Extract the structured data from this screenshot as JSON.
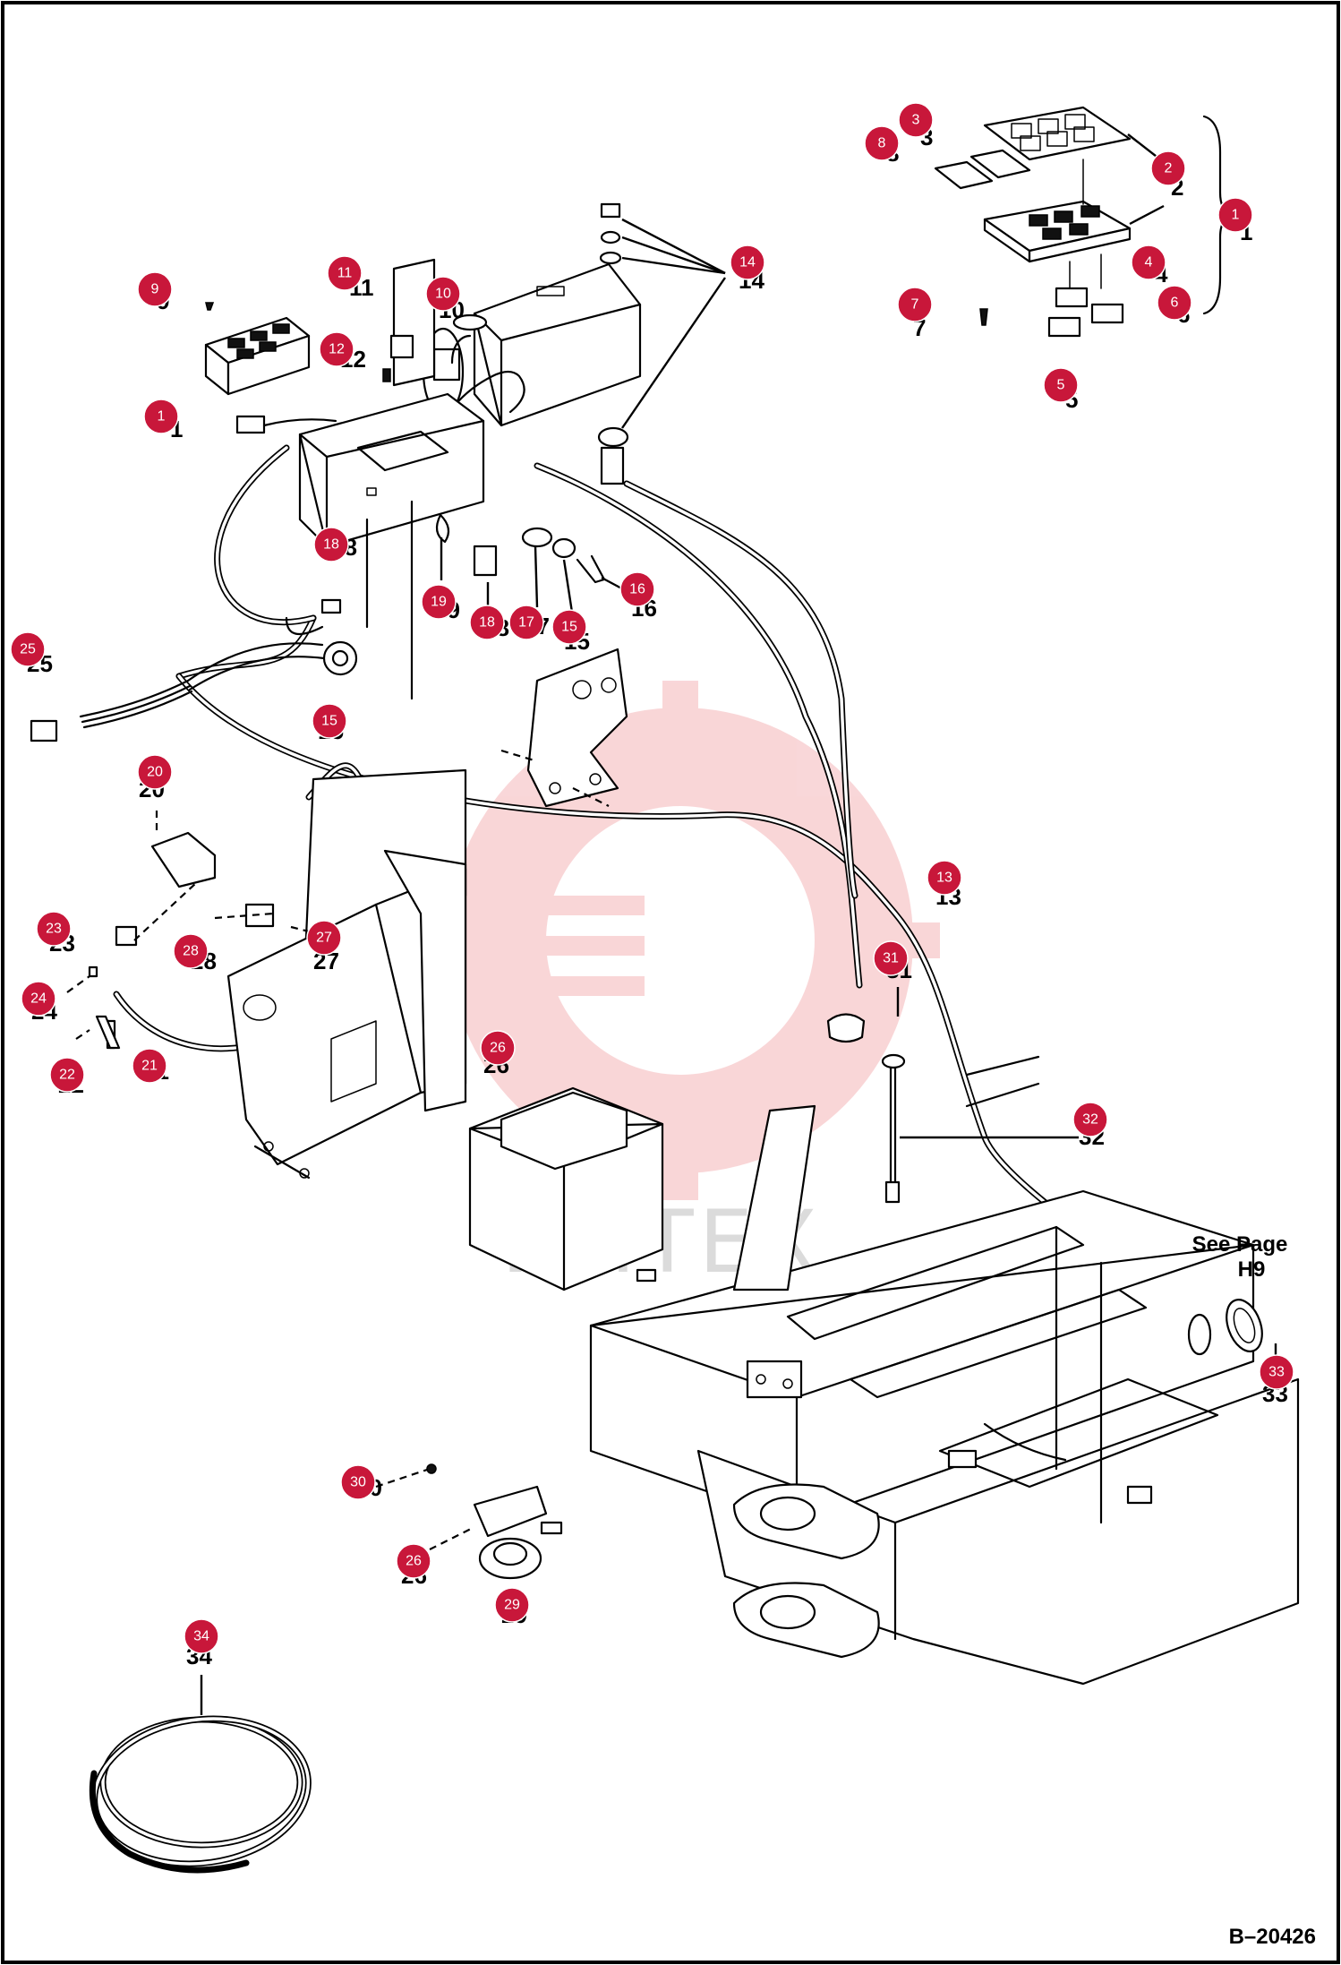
{
  "figure": {
    "code": "B–20426",
    "note_line1": "See Page",
    "note_line2": "H9",
    "watermark_text": "ИНТЕХ",
    "callout_color": "#c8173a"
  },
  "callouts": [
    {
      "id": "c1a",
      "num": "1"
    },
    {
      "id": "c1b",
      "num": "1"
    },
    {
      "id": "c2",
      "num": "2"
    },
    {
      "id": "c3",
      "num": "3"
    },
    {
      "id": "c4",
      "num": "4"
    },
    {
      "id": "c5",
      "num": "5"
    },
    {
      "id": "c6",
      "num": "6"
    },
    {
      "id": "c7",
      "num": "7"
    },
    {
      "id": "c8",
      "num": "8"
    },
    {
      "id": "c9",
      "num": "9"
    },
    {
      "id": "c10",
      "num": "10"
    },
    {
      "id": "c11",
      "num": "11"
    },
    {
      "id": "c12",
      "num": "12"
    },
    {
      "id": "c13",
      "num": "13"
    },
    {
      "id": "c14",
      "num": "14"
    },
    {
      "id": "c15a",
      "num": "15"
    },
    {
      "id": "c15b",
      "num": "15"
    },
    {
      "id": "c16",
      "num": "16"
    },
    {
      "id": "c17",
      "num": "17"
    },
    {
      "id": "c18a",
      "num": "18"
    },
    {
      "id": "c18b",
      "num": "18"
    },
    {
      "id": "c19",
      "num": "19"
    },
    {
      "id": "c20",
      "num": "20"
    },
    {
      "id": "c21",
      "num": "21"
    },
    {
      "id": "c22",
      "num": "22"
    },
    {
      "id": "c23",
      "num": "23"
    },
    {
      "id": "c24",
      "num": "24"
    },
    {
      "id": "c25",
      "num": "25"
    },
    {
      "id": "c26a",
      "num": "26"
    },
    {
      "id": "c26b",
      "num": "26"
    },
    {
      "id": "c27",
      "num": "27"
    },
    {
      "id": "c28",
      "num": "28"
    },
    {
      "id": "c29",
      "num": "29"
    },
    {
      "id": "c30",
      "num": "30"
    },
    {
      "id": "c31",
      "num": "31"
    },
    {
      "id": "c32",
      "num": "32"
    },
    {
      "id": "c33",
      "num": "33"
    },
    {
      "id": "c34",
      "num": "34"
    }
  ]
}
